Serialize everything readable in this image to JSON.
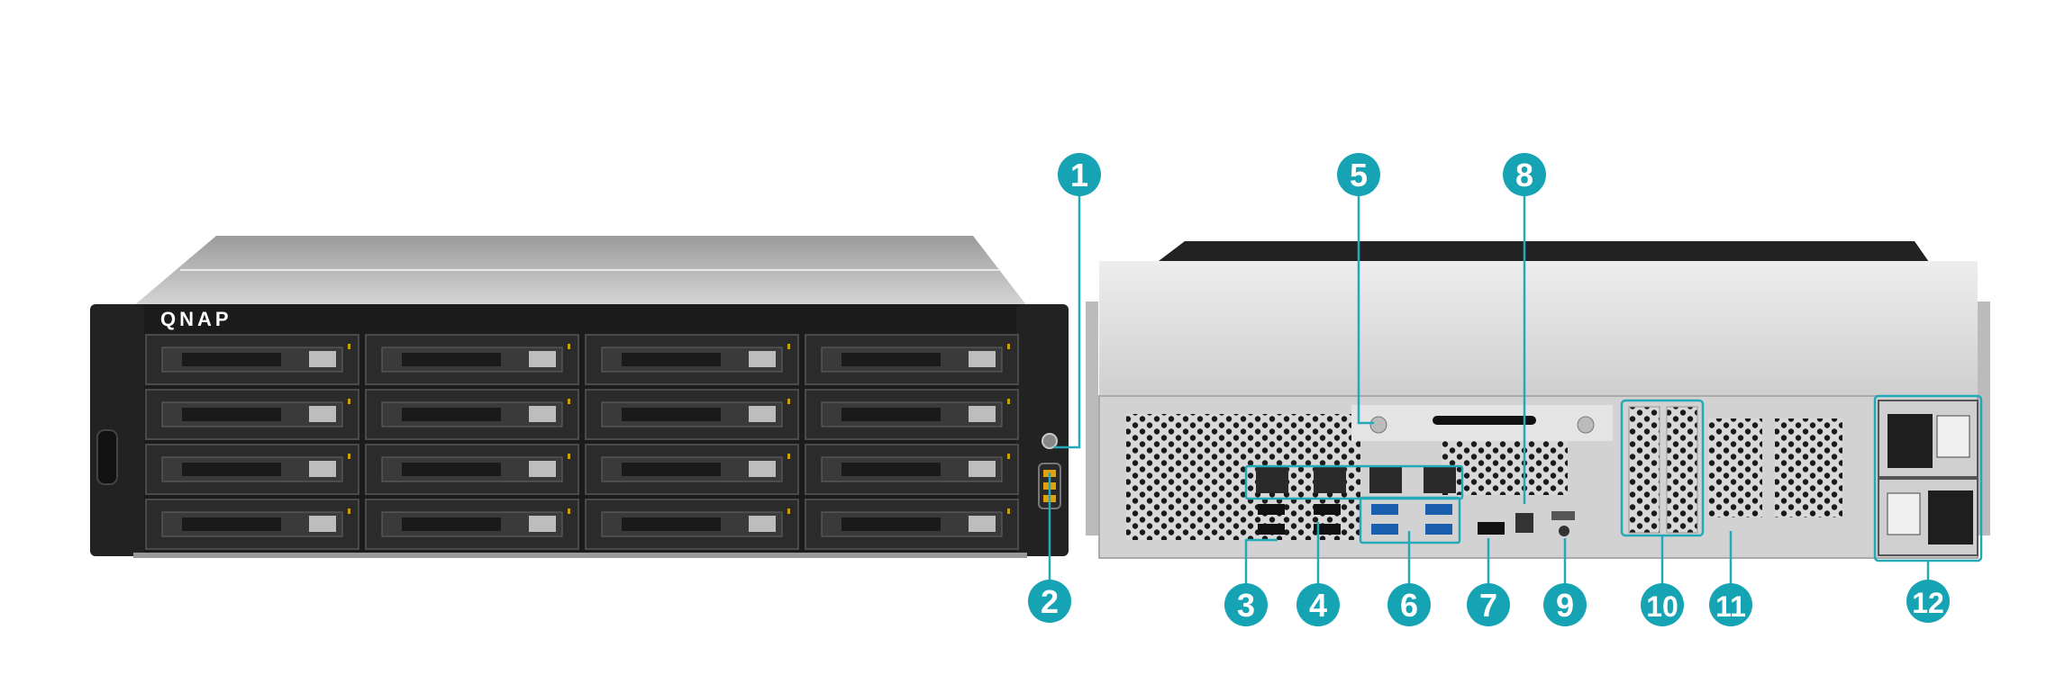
{
  "product": {
    "brand_logo": "QNAP"
  },
  "colors": {
    "callout": "#16a3b3",
    "callout_line": "#24a9b8",
    "chassis_dark": "#1c1c1c",
    "chassis_silver": "#c9c9c9"
  },
  "front_panel": {
    "drive_bays": 16,
    "rows": 4,
    "columns": 4
  },
  "callouts": [
    {
      "label": "1"
    },
    {
      "label": "2"
    },
    {
      "label": "3"
    },
    {
      "label": "4"
    },
    {
      "label": "5"
    },
    {
      "label": "6"
    },
    {
      "label": "7"
    },
    {
      "label": "8"
    },
    {
      "label": "9"
    },
    {
      "label": "10"
    },
    {
      "label": "11"
    },
    {
      "label": "12"
    }
  ]
}
